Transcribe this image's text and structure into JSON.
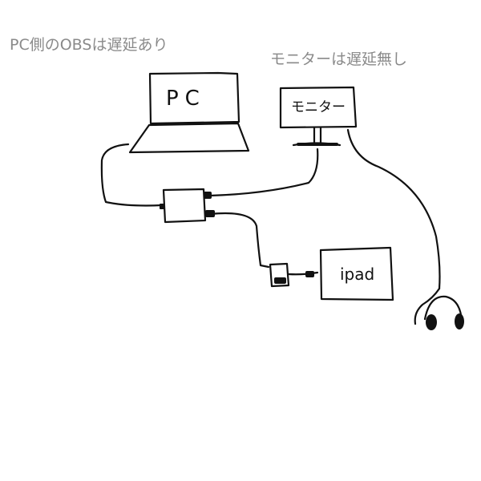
{
  "annotations": {
    "pc_side": "PC側のOBSは遅延あり",
    "monitor_side": "モニターは遅延無し"
  },
  "devices": {
    "pc_label": "PC",
    "monitor_label": "モニター",
    "ipad_label": "ipad"
  },
  "colors": {
    "ink": "#111111",
    "annotation": "#8a8a8a",
    "background": "#ffffff"
  }
}
